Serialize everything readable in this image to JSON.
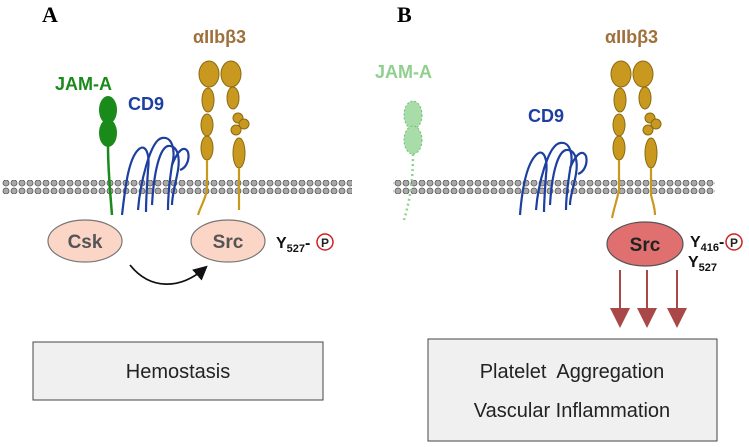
{
  "panels": [
    {
      "letter": "A",
      "jam_a": "JAM-A",
      "cd9": "CD9",
      "integrin": "αIIbβ3",
      "csk": "Csk",
      "src": "Src",
      "phospho_site": "Y",
      "phospho_site_sub": "527",
      "phospho_dash": "-",
      "phospho_mark": "P",
      "outcome": "Hemostasis"
    },
    {
      "letter": "B",
      "jam_a": "JAM-A",
      "cd9": "CD9",
      "integrin": "αIIbβ3",
      "src": "Src",
      "phospho_site_1": "Y",
      "phospho_site_1_sub": "416",
      "phospho_dash": "-",
      "phospho_mark": "P",
      "phospho_site_2": "Y",
      "phospho_site_2_sub": "527",
      "outcome_line_1": "Platelet  Aggregation",
      "outcome_line_2": "Vascular Inflammation"
    }
  ],
  "colors": {
    "jam_a": "#1a8a1a",
    "jam_a_faded": "#8fd08f",
    "cd9": "#1c3fa0",
    "integrin": "#b8901a",
    "integrin_label": "#a0703a",
    "csk_fill": "#fbd5c5",
    "src_active_fill": "#e07070",
    "arrow_down": "#a84848",
    "phospho_circle": "#d02020",
    "outcome_box": "#f0f0f0"
  }
}
